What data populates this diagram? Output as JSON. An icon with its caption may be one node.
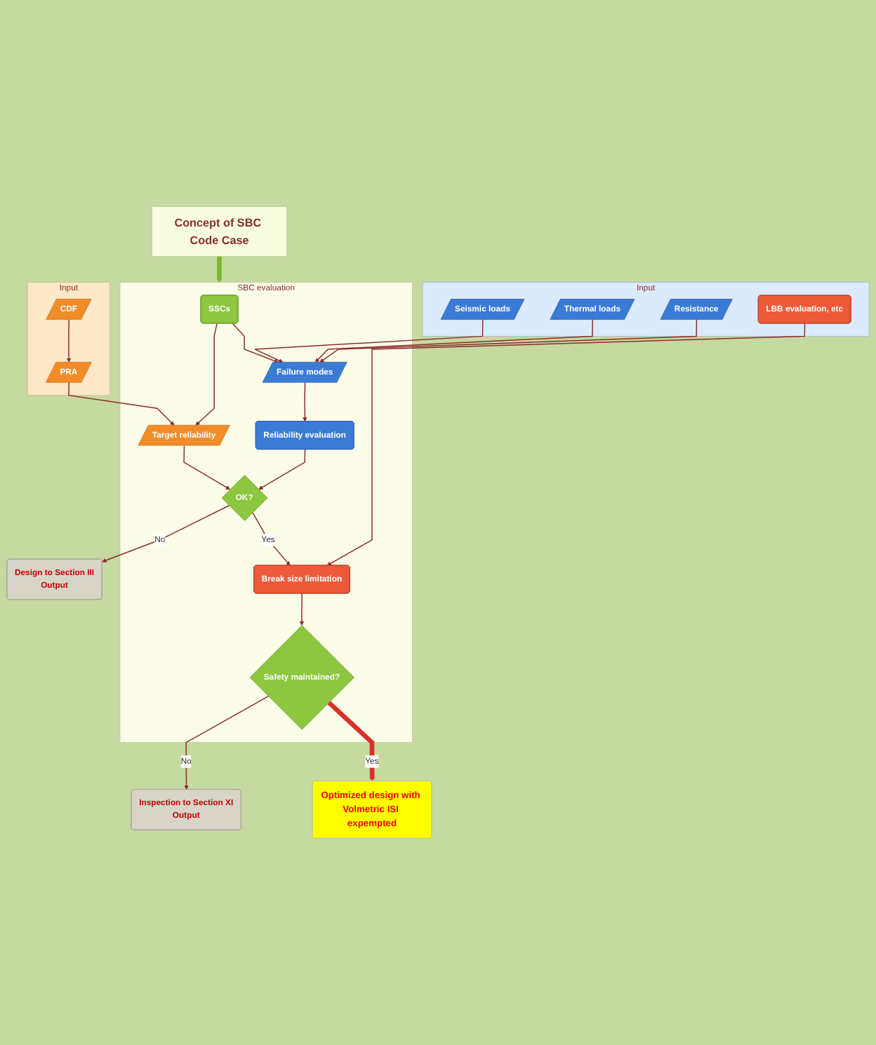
{
  "diagram": {
    "nodes": [
      {
        "text": [
          "Concept of SBC Code Case"
        ]
      },
      {
        "text": [
          "Input"
        ]
      },
      {
        "text": [
          "Seismic loads"
        ],
        "in": 1
      },
      {
        "text": [
          "Thermal loads"
        ],
        "in": 1
      },
      {
        "text": [
          "Resistance"
        ],
        "in": 1
      },
      {
        "text": [
          "LBB evaluation, etc"
        ],
        "in": 1
      },
      {
        "text": [
          "SBC evaluation"
        ]
      },
      {
        "text": [
          "SSCs"
        ],
        "in": 6
      },
      {
        "text": [
          "Failure modes"
        ],
        "in": 6
      },
      {
        "text": [
          "Target reliability"
        ],
        "in": 6
      },
      {
        "text": [
          "Reliability evaluation"
        ],
        "in": 6
      },
      {
        "text": [
          "OK?"
        ],
        "in": 6
      },
      {
        "text": [
          "Break size limitation"
        ],
        "in": 6
      },
      {
        "text": [
          "Safety maintained?"
        ],
        "in": 6
      },
      {
        "text": [
          "Input"
        ]
      },
      {
        "text": [
          "CDF"
        ],
        "in": 14
      },
      {
        "text": [
          "PRA"
        ],
        "in": 14
      },
      {
        "text": [
          "Design to Section III",
          "Output"
        ]
      },
      {
        "text": [
          "Optimized design with Volmetric ISI expempted"
        ]
      },
      {
        "text": [
          "Inspection to Section XI",
          "Output"
        ]
      }
    ],
    "edges": [
      {
        "from": 0,
        "to": 6,
        "arrow": "to",
        "style": "thick",
        "color": "#7cb82f"
      },
      {
        "from": 7,
        "to": 8,
        "arrow": "to"
      },
      {
        "from": 7,
        "to": 9,
        "arrow": "to"
      },
      {
        "from": 2,
        "to": 8,
        "arrow": "to"
      },
      {
        "from": 3,
        "to": 8,
        "arrow": "to"
      },
      {
        "from": 4,
        "to": 8,
        "arrow": "to"
      },
      {
        "from": 15,
        "to": 16,
        "arrow": "to"
      },
      {
        "from": 16,
        "to": 9,
        "arrow": "to"
      },
      {
        "from": 8,
        "to": 10,
        "arrow": "to"
      },
      {
        "from": 10,
        "to": 11,
        "arrow": "to"
      },
      {
        "from": 9,
        "to": 11,
        "arrow": "to"
      },
      {
        "from": 11,
        "to": 12,
        "arrow": "to",
        "label": "Yes"
      },
      {
        "from": 11,
        "to": 17,
        "arrow": "to",
        "label": "No"
      },
      {
        "from": 5,
        "to": 12,
        "arrow": "to"
      },
      {
        "from": 12,
        "to": 13,
        "arrow": "to"
      },
      {
        "from": 13,
        "to": 18,
        "arrow": "to",
        "label": "Yes",
        "style": "thick",
        "color": "#d9302c"
      },
      {
        "from": 13,
        "to": 19,
        "arrow": "to",
        "label": "No"
      }
    ]
  }
}
